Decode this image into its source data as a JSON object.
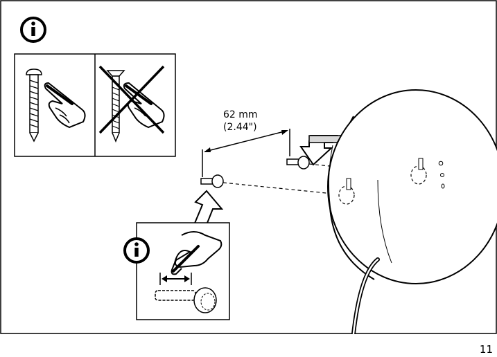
{
  "page": {
    "number": "11"
  },
  "dimension": {
    "metric": "62 mm",
    "imperial": "(2.44\")"
  },
  "icons": {
    "info_top": "info-icon",
    "info_inset": "info-icon",
    "screw_hand": "screw-hand-icon",
    "screw_hand_crossed": "crossed-screw-hand-icon"
  },
  "colors": {
    "line": "#000000",
    "background": "#ffffff",
    "fill_light": "#d8d8d8"
  }
}
